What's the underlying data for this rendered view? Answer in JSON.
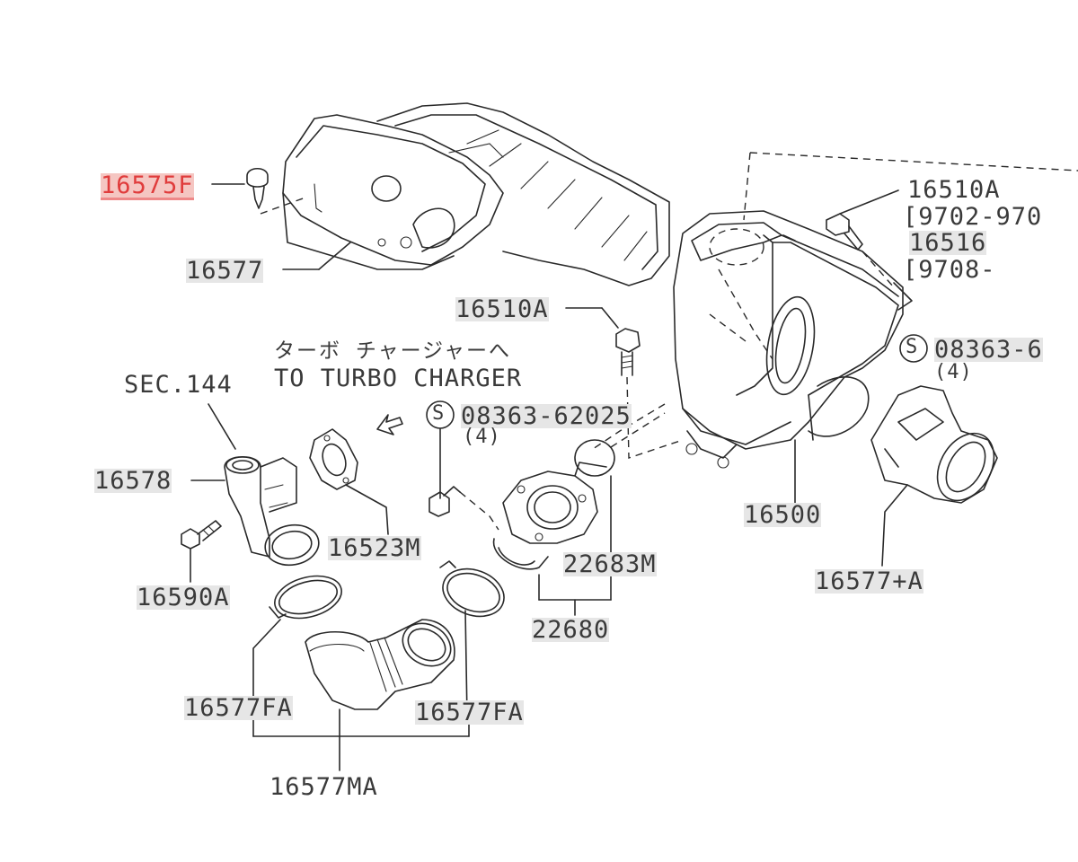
{
  "labels": {
    "p16575F": "16575F",
    "p16577": "16577",
    "p16510A_top": "16510A",
    "range1": "[9702-970",
    "p16516": "16516",
    "range2": "[9708-",
    "p16510A_mid": "16510A",
    "turbo_jp": "ターボ チャージャーへ",
    "turbo_en": "TO TURBO CHARGER",
    "sec144": "SEC.144",
    "s_mark": "S",
    "bolt1": "08363-62025",
    "qty1": "(4)",
    "bolt2": "08363-6",
    "qty2": "(4)",
    "p16578": "16578",
    "p16523M": "16523M",
    "p16500": "16500",
    "p22683M": "22683M",
    "p16590A": "16590A",
    "p16577A": "16577+A",
    "p22680": "22680",
    "p16577FA_left": "16577FA",
    "p16577FA_right": "16577FA",
    "p16577MA": "16577MA"
  }
}
